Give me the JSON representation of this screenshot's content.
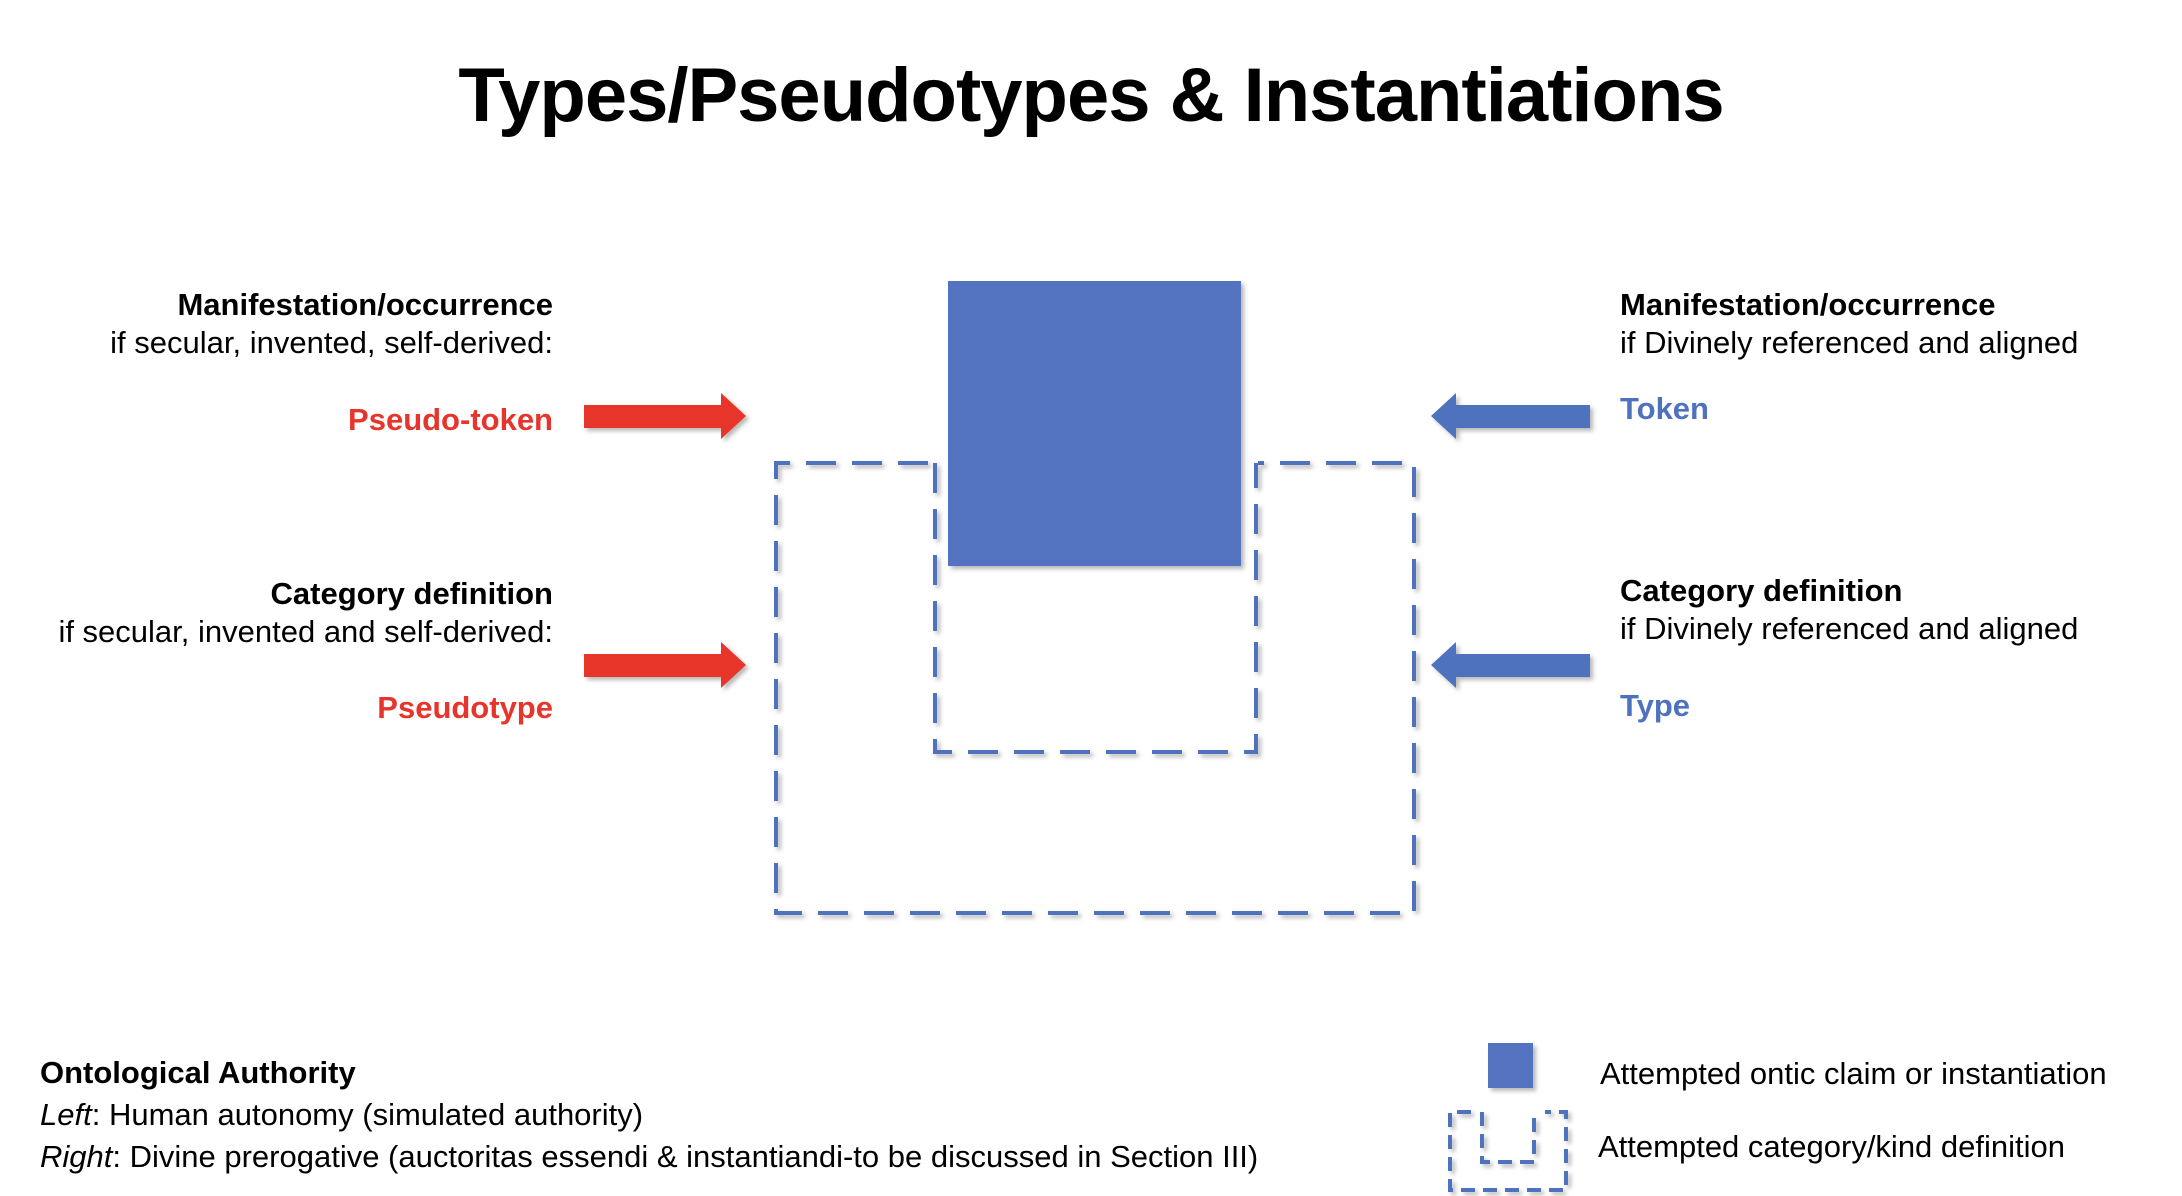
{
  "title": "Types/Pseudotypes & Instantiations",
  "left": {
    "manifestation_heading": "Manifestation/occurrence",
    "manifestation_sub": "if secular, invented, self-derived:",
    "manifestation_term": "Pseudo-token",
    "category_heading": "Category definition",
    "category_sub": "if secular, invented and self-derived:",
    "category_term": "Pseudotype"
  },
  "right": {
    "manifestation_heading": "Manifestation/occurrence",
    "manifestation_sub": "if Divinely referenced and aligned",
    "manifestation_term": "Token",
    "category_heading": "Category definition",
    "category_sub": "if Divinely referenced and aligned",
    "category_term": "Type"
  },
  "footer": {
    "heading": "Ontological Authority",
    "left_label": "Left",
    "left_text": ": Human autonomy (simulated authority)",
    "right_label": "Right",
    "right_text": ": Divine prerogative (auctoritas essendi & instantiandi-to be discussed in Section III)"
  },
  "legend": {
    "solid_label": "Attempted ontic claim or instantiation",
    "dashed_label": "Attempted category/kind definition"
  },
  "colors": {
    "blue": "#4f72bf",
    "red": "#e8342a"
  }
}
